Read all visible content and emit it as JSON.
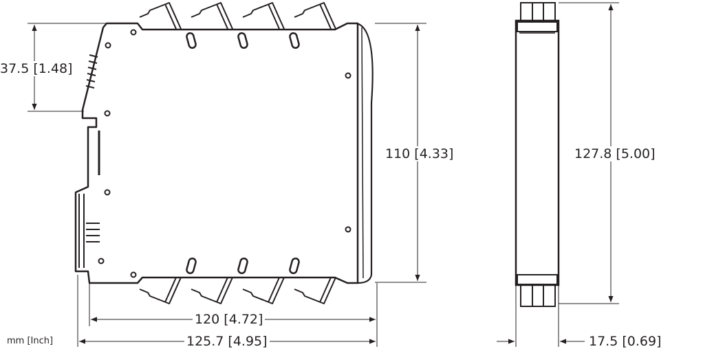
{
  "units_label": "mm [Inch]",
  "dimensions": {
    "offset_height": "37.5 [1.48]",
    "body_height": "110 [4.33]",
    "total_height": "127.8 [5.00]",
    "body_depth": "120 [4.72]",
    "total_depth": "125.7 [4.95]",
    "width": "17.5 [0.69]"
  },
  "colors": {
    "line": "#231f20",
    "dim_line": "#231f20"
  }
}
